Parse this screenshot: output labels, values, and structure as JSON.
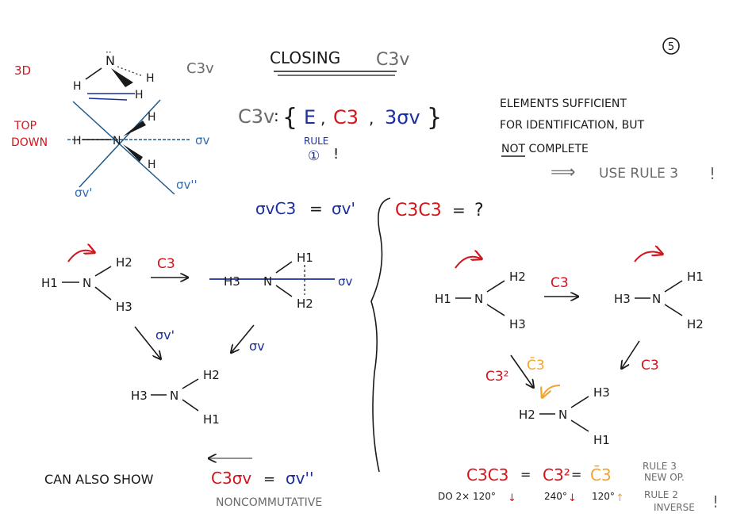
{
  "page_number": "5",
  "title": {
    "prefix": "CLOSING",
    "group": "C3v"
  },
  "labels": {
    "three_d": "3D",
    "top_down_1": "TOP",
    "top_down_2": "DOWN",
    "c3v_side": "C3v"
  },
  "definition": {
    "lhs": "C3v",
    "colon": ":",
    "open": "{",
    "e": "E",
    "c3": "C3",
    "sv": "3σv",
    "close": "}"
  },
  "rule1": {
    "line1": "RULE",
    "line2": "①"
  },
  "note": {
    "line1": "ELEMENTS SUFFICIENT",
    "line2": "FOR IDENTIFICATION, BUT",
    "line3": "NOT COMPLETE",
    "arrow": "⟹",
    "line4": "USE RULE 3"
  },
  "left_equation": {
    "sv_c3": "σvC3",
    "equals": "=",
    "result": "σv'"
  },
  "right_equation": {
    "c3c3": "C3C3",
    "equals": "=",
    "result": "?"
  },
  "atoms": {
    "n": "N",
    "h": "H",
    "h1": "H1",
    "h2": "H2",
    "h3": "H3"
  },
  "sigma": {
    "v": "σv",
    "v1": "σv'",
    "v2": "σv''"
  },
  "ops": {
    "c3": "C3",
    "c3_sq": "C3²",
    "c3_bar": "C̄3"
  },
  "bottom_left": {
    "text": "CAN ALSO SHOW",
    "c3sv": "C3σv",
    "equals": "=",
    "result": "σv''",
    "note": "NONCOMMUTATIVE"
  },
  "bottom_right": {
    "c3c3": "C3C3",
    "eq1": "=",
    "c3sq": "C3²",
    "eq2": "=",
    "c3bar": "C̄3",
    "do_text": "DO 2× 120°",
    "deg240": "240°",
    "deg120": "120°",
    "rule3_1": "RULE 3",
    "rule3_2": "NEW OP.",
    "rule2_1": "RULE 2",
    "rule2_2": "INVERSE"
  }
}
